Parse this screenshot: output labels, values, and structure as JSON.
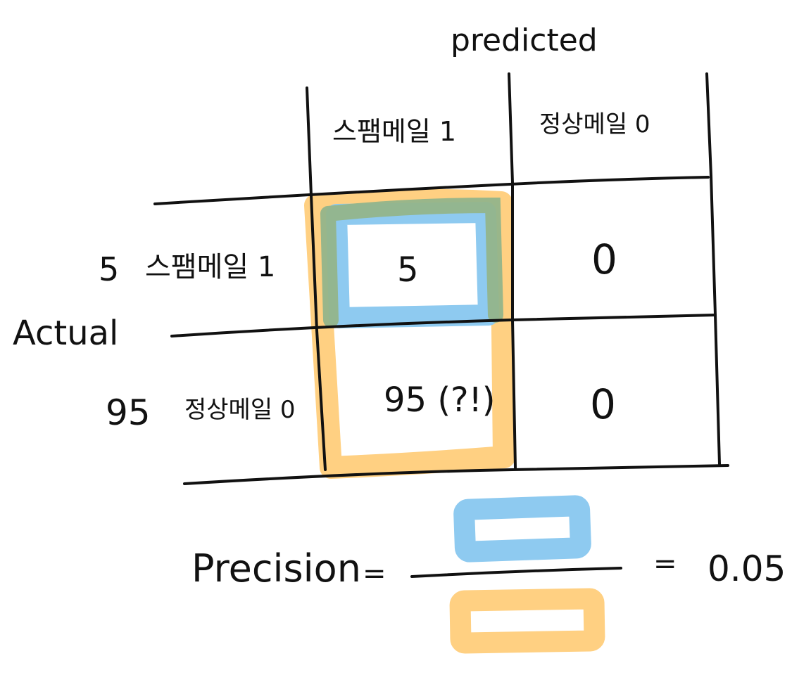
{
  "labels": {
    "predicted": "predicted",
    "actual": "Actual",
    "col_spam": "스팸메일 1",
    "col_normal": "정상메일 0",
    "row_spam_count": "5",
    "row_spam": "스팸메일 1",
    "row_normal_count": "95",
    "row_normal": "정상메일 0",
    "cell_tp": "5",
    "cell_fn": "0",
    "cell_fp": "95 (?!)",
    "cell_tn": "0",
    "precision_label": "Precision",
    "equals_1": "=",
    "equals_2": "=",
    "precision_value": "0.05"
  },
  "colors": {
    "ink": "#111111",
    "blue_highlight": "#8ecaf0",
    "orange_highlight": "#ffd082",
    "green_overlap": "#93b48a"
  },
  "confusion_matrix": {
    "actual_spam": {
      "predicted_spam": 5,
      "predicted_normal": 0
    },
    "actual_normal": {
      "predicted_spam": 95,
      "predicted_normal": 0
    }
  },
  "precision": 0.05
}
